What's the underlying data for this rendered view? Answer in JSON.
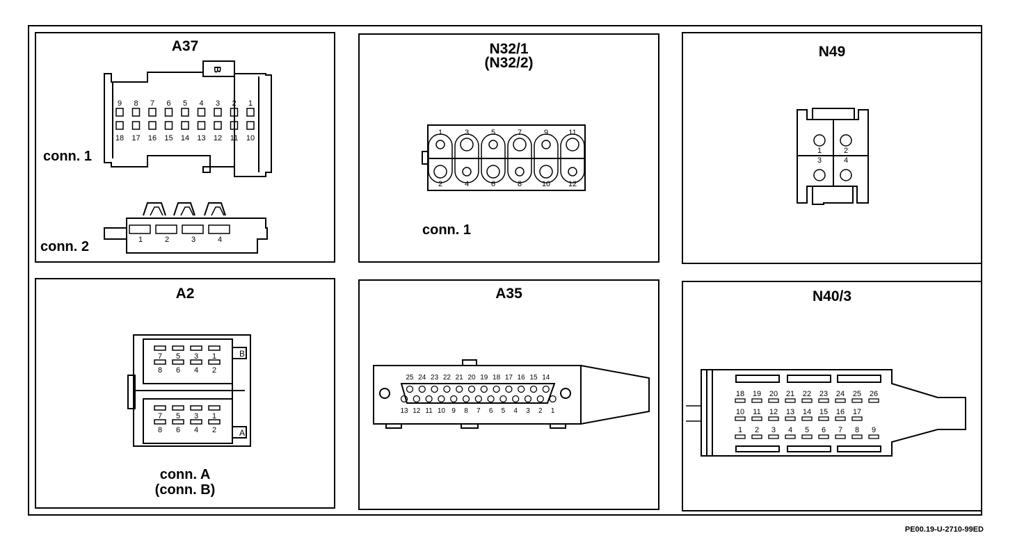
{
  "figure_code": "PE00.19-U-2710-99ED",
  "panels": {
    "a37": {
      "title": "A37",
      "conn1": "conn. 1",
      "conn2": "conn. 2",
      "marker": "B",
      "pins_top": [
        "9",
        "8",
        "7",
        "6",
        "5",
        "4",
        "3",
        "2",
        "1"
      ],
      "pins_bottom": [
        "18",
        "17",
        "16",
        "15",
        "14",
        "13",
        "12",
        "11",
        "10"
      ],
      "pins_conn2": [
        "1",
        "2",
        "3",
        "4"
      ]
    },
    "n32": {
      "title": "N32/1",
      "subtitle": "(N32/2)",
      "conn": "conn. 1",
      "pins_top": [
        "1",
        "3",
        "5",
        "7",
        "9",
        "11"
      ],
      "pins_bottom": [
        "2",
        "4",
        "6",
        "8",
        "10",
        "12"
      ]
    },
    "n49": {
      "title": "N49",
      "pins": [
        "1",
        "2",
        "3",
        "4"
      ]
    },
    "a2": {
      "title": "A2",
      "conn_a": "conn. A",
      "conn_b": "(conn. B)",
      "tab_b": "B",
      "tab_a": "A",
      "pins_top": [
        "7",
        "5",
        "3",
        "1"
      ],
      "pins_bottom": [
        "8",
        "6",
        "4",
        "2"
      ]
    },
    "a35": {
      "title": "A35",
      "pins_top": [
        "25",
        "24",
        "23",
        "22",
        "21",
        "20",
        "19",
        "18",
        "17",
        "16",
        "15",
        "14"
      ],
      "pins_bottom": [
        "13",
        "12",
        "11",
        "10",
        "9",
        "8",
        "7",
        "6",
        "5",
        "4",
        "3",
        "2",
        "1"
      ]
    },
    "n40": {
      "title": "N40/3",
      "row1": [
        "18",
        "19",
        "20",
        "21",
        "22",
        "23",
        "24",
        "25",
        "26"
      ],
      "row2": [
        "10",
        "11",
        "12",
        "13",
        "14",
        "15",
        "16",
        "17"
      ],
      "row3": [
        "1",
        "2",
        "3",
        "4",
        "5",
        "6",
        "7",
        "8",
        "9"
      ]
    }
  }
}
